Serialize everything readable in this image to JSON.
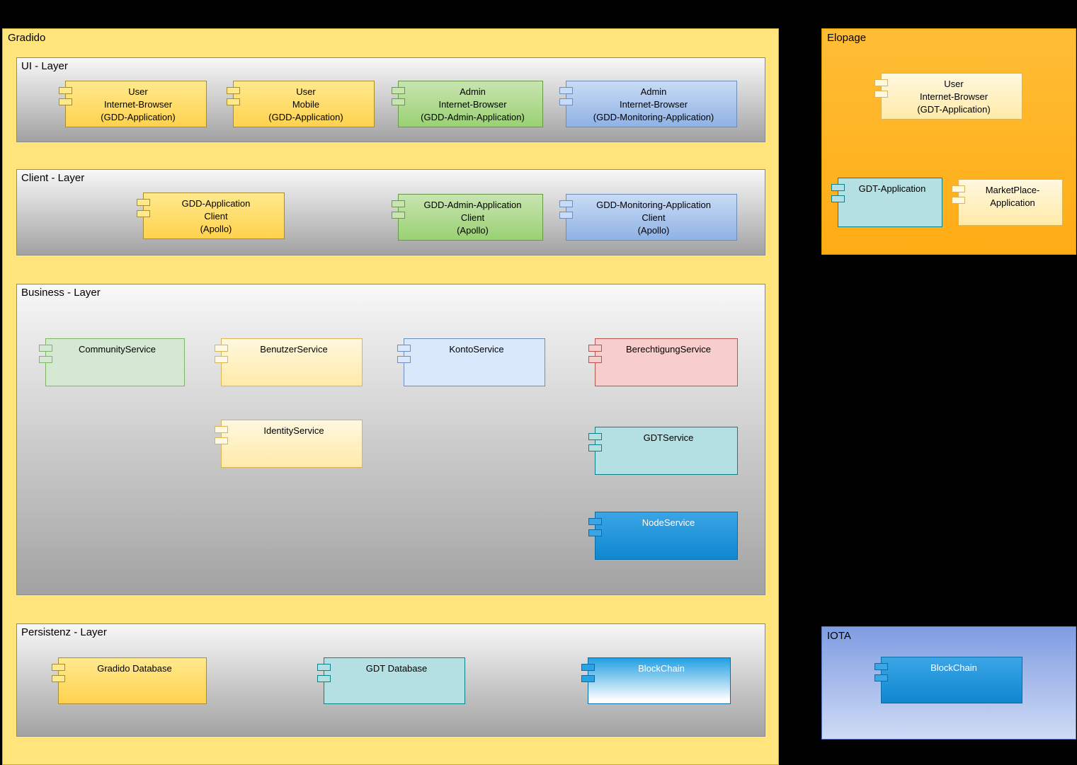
{
  "gradido": {
    "title": "Gradido",
    "ui_layer": {
      "title": "UI - Layer",
      "components": [
        {
          "label": "User\nInternet-Browser\n(GDD-Application)"
        },
        {
          "label": "User\nMobile\n(GDD-Application)"
        },
        {
          "label": "Admin\nInternet-Browser\n(GDD-Admin-Application)"
        },
        {
          "label": "Admin\nInternet-Browser\n(GDD-Monitoring-Application)"
        }
      ]
    },
    "client_layer": {
      "title": "Client - Layer",
      "components": [
        {
          "label": "GDD-Application\nClient\n(Apollo)"
        },
        {
          "label": "GDD-Admin-Application\nClient\n(Apollo)"
        },
        {
          "label": "GDD-Monitoring-Application\nClient\n(Apollo)"
        }
      ]
    },
    "business_layer": {
      "title": "Business - Layer",
      "components": [
        {
          "label": "CommunityService"
        },
        {
          "label": "BenutzerService"
        },
        {
          "label": "KontoService"
        },
        {
          "label": "BerechtigungService"
        },
        {
          "label": "IdentityService"
        },
        {
          "label": "GDTService"
        },
        {
          "label": "NodeService"
        }
      ]
    },
    "persistenz_layer": {
      "title": "Persistenz - Layer",
      "components": [
        {
          "label": "Gradido Database"
        },
        {
          "label": "GDT Database"
        },
        {
          "label": "BlockChain"
        }
      ]
    }
  },
  "elopage": {
    "title": "Elopage",
    "components": [
      {
        "label": "User\nInternet-Browser\n(GDT-Application)"
      },
      {
        "label": "GDT-Application"
      },
      {
        "label": "MarketPlace-\nApplication"
      }
    ]
  },
  "iota": {
    "title": "IOTA",
    "components": [
      {
        "label": "BlockChain"
      }
    ]
  },
  "colors": {
    "background": "#000000",
    "gradido_container": "#ffe57c",
    "elopage_container": "#ffb626",
    "iota_container_top": "#7f9de2",
    "iota_container_bottom": "#cfdaf5",
    "layer_gradient_top": "#f8f8f8",
    "layer_gradient_bottom": "#a2a2a2",
    "component_yellow": "#ffd966",
    "component_pale_yellow": "#fff2cc",
    "component_green": "#9ad174",
    "component_pale_green": "#d5e8d4",
    "component_blue": "#8fb2e4",
    "component_pale_blue": "#dae8fc",
    "component_pink": "#f8cecc",
    "component_teal": "#b4e0e3",
    "component_strong_blue": "#1ba1e2"
  }
}
